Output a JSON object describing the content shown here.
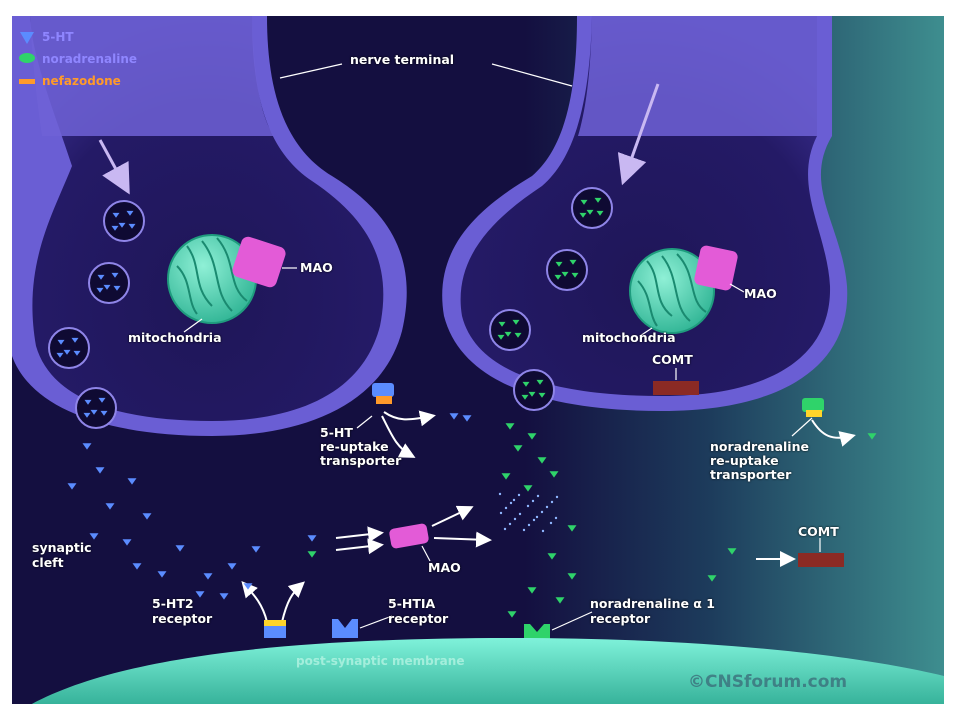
{
  "legend": {
    "items": [
      {
        "label": "5-HT",
        "color": "#5b8cff"
      },
      {
        "label": "noradrenaline",
        "color": "#2fd36a"
      },
      {
        "label": "nefazodone",
        "color": "#ff9a2a"
      }
    ]
  },
  "labels": {
    "nerve_terminal": "nerve terminal",
    "mao_left": "MAO",
    "mitochondria_left": "mitochondria",
    "mao_right": "MAO",
    "mitochondria_right": "mitochondria",
    "comt_right_terminal": "COMT",
    "ht_transporter": "5-HT\nre-uptake\ntransporter",
    "na_transporter": "noradrenaline\nre-uptake\ntransporter",
    "synaptic_cleft": "synaptic\ncleft",
    "mao_cleft": "MAO",
    "comt_cleft": "COMT",
    "ht2_receptor": "5-HT2\nreceptor",
    "ht1a_receptor": "5-HTIA\nreceptor",
    "na_alpha1_receptor": "noradrenaline α 1\nreceptor",
    "post_synaptic_membrane": "post-synaptic membrane",
    "copyright": "©CNSforum.com"
  },
  "colors": {
    "background": "#120d3a",
    "terminal_fill": "#6e62d6",
    "terminal_dark": "#2a1f6e",
    "mitochondria": "#43d3b1",
    "mao": "#e35bd7",
    "comt": "#8b2a24",
    "serotonin": "#5b8cff",
    "noradrenaline": "#2fd36a",
    "membrane": "#5fe6c9"
  }
}
